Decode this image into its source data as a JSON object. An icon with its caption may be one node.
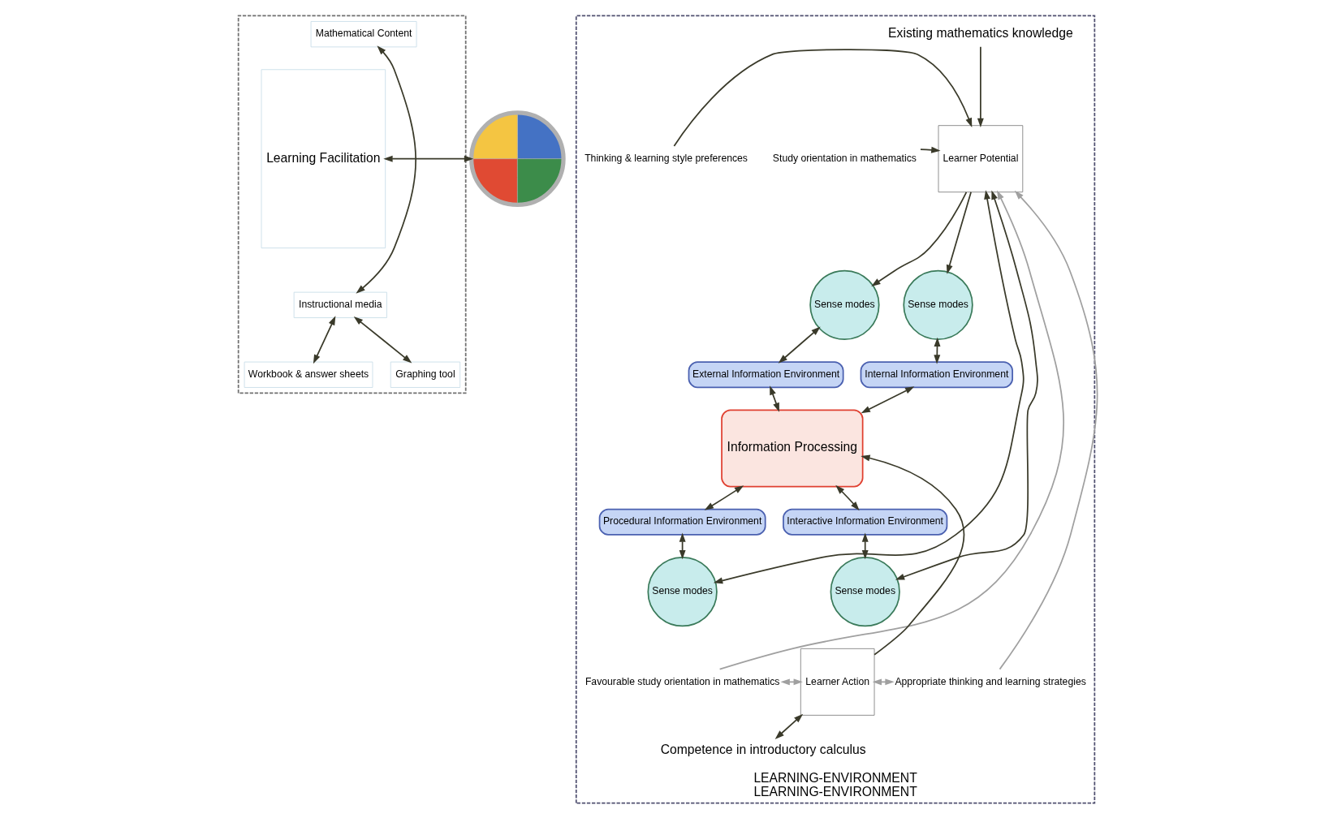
{
  "diagram": {
    "nodes": [
      {
        "text": [],
        "shape": "box"
      },
      {
        "text": [
          "Learning Facilitation"
        ],
        "in": 0
      },
      {
        "text": [
          "Mathematical Content"
        ],
        "in": 0
      },
      {
        "text": [
          "Instructional media"
        ],
        "in": 0
      },
      {
        "text": [
          "Workbook & answer sheets"
        ],
        "in": 0
      },
      {
        "text": [
          "Graphing tool"
        ],
        "in": 0
      },
      {
        "text": [],
        "shape": "circle"
      },
      {
        "text": [
          "LEARNING-ENVIRONMENT",
          "LEARNING-ENVIRONMENT"
        ]
      },
      {
        "text": [
          "Existing mathematics knowledge"
        ],
        "in": 7
      },
      {
        "text": [
          "Study orientation in mathematics"
        ],
        "in": 7
      },
      {
        "text": [
          "Thinking & learning style preferences"
        ],
        "in": 7
      },
      {
        "text": [
          "Learner Potential"
        ],
        "in": 7
      },
      {
        "text": [
          "Sense modes"
        ],
        "in": 7
      },
      {
        "text": [
          "Sense modes"
        ],
        "in": 7
      },
      {
        "text": [
          "External Information Environment"
        ],
        "in": 7
      },
      {
        "text": [
          "Internal Information Environment"
        ],
        "in": 7
      },
      {
        "text": [
          "Information Processing"
        ],
        "in": 7
      },
      {
        "text": [
          "Procedural Information Environment"
        ],
        "in": 7
      },
      {
        "text": [
          "Interactive Information Environment"
        ],
        "in": 7
      },
      {
        "text": [
          "Sense modes"
        ],
        "in": 7
      },
      {
        "text": [
          "Sense modes"
        ],
        "in": 7
      },
      {
        "text": [
          "Favourable study orientation in mathematics"
        ],
        "in": 7
      },
      {
        "text": [
          "Learner Action"
        ],
        "in": 7
      },
      {
        "text": [
          "Appropriate thinking and learning strategies"
        ],
        "in": 7
      },
      {
        "text": [
          "Competence in introductory calculus"
        ],
        "in": 7
      }
    ],
    "edges": [
      {
        "from": 2,
        "to": 3,
        "arrow": "both"
      },
      {
        "from": 1,
        "to": 6,
        "arrow": "both"
      },
      {
        "from": 3,
        "to": 4,
        "arrow": "both"
      },
      {
        "from": 3,
        "to": 5,
        "arrow": "both"
      },
      {
        "from": 8,
        "to": 11,
        "arrow": "to"
      },
      {
        "from": 9,
        "to": 11,
        "arrow": "to"
      },
      {
        "from": 10,
        "to": 11,
        "arrow": "to"
      },
      {
        "from": 21,
        "to": 11,
        "arrow": "to",
        "color": "#a0a0a0"
      },
      {
        "from": 23,
        "to": 11,
        "arrow": "to",
        "color": "#a0a0a0"
      },
      {
        "from": 11,
        "to": 12,
        "arrow": "to"
      },
      {
        "from": 11,
        "to": 13,
        "arrow": "to"
      },
      {
        "from": 11,
        "to": 19,
        "arrow": "both"
      },
      {
        "from": 11,
        "to": 20,
        "arrow": "both"
      },
      {
        "from": 12,
        "to": 14,
        "arrow": "both"
      },
      {
        "from": 13,
        "to": 15,
        "arrow": "both"
      },
      {
        "from": 14,
        "to": 16,
        "arrow": "both"
      },
      {
        "from": 15,
        "to": 16,
        "arrow": "both"
      },
      {
        "from": 17,
        "to": 16,
        "arrow": "both"
      },
      {
        "from": 18,
        "to": 16,
        "arrow": "both"
      },
      {
        "from": 17,
        "to": 19,
        "arrow": "both"
      },
      {
        "from": 18,
        "to": 20,
        "arrow": "both"
      },
      {
        "from": 22,
        "to": 16,
        "arrow": "to"
      },
      {
        "from": 21,
        "to": 22,
        "arrow": "both",
        "color": "#a0a0a0"
      },
      {
        "from": 22,
        "to": 23,
        "arrow": "both",
        "color": "#a0a0a0"
      },
      {
        "from": 22,
        "to": 24,
        "arrow": "both"
      }
    ]
  }
}
